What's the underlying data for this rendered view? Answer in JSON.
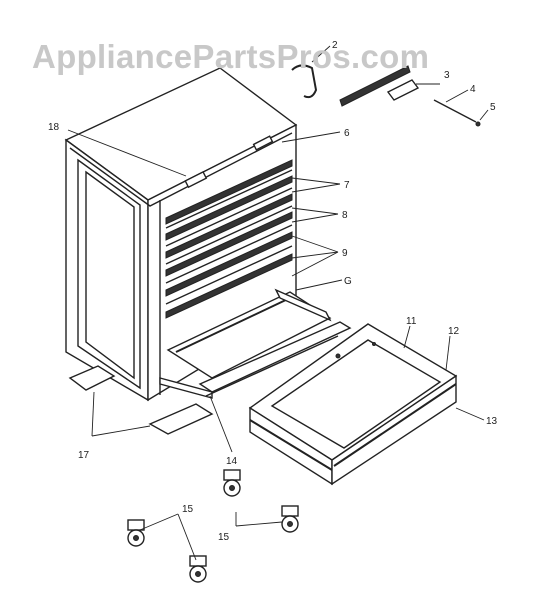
{
  "watermark": "AppliancePartsPros.com",
  "callouts": {
    "c2": "2",
    "c3": "3",
    "c4": "4",
    "c5": "5",
    "c6": "6",
    "c7": "7",
    "c8": "8",
    "c9": "9",
    "c10": "G",
    "c11": "11",
    "c12": "12",
    "c13": "13",
    "c14": "14",
    "c15a": "15",
    "c15b": "15",
    "c17": "17",
    "c18": "18"
  }
}
